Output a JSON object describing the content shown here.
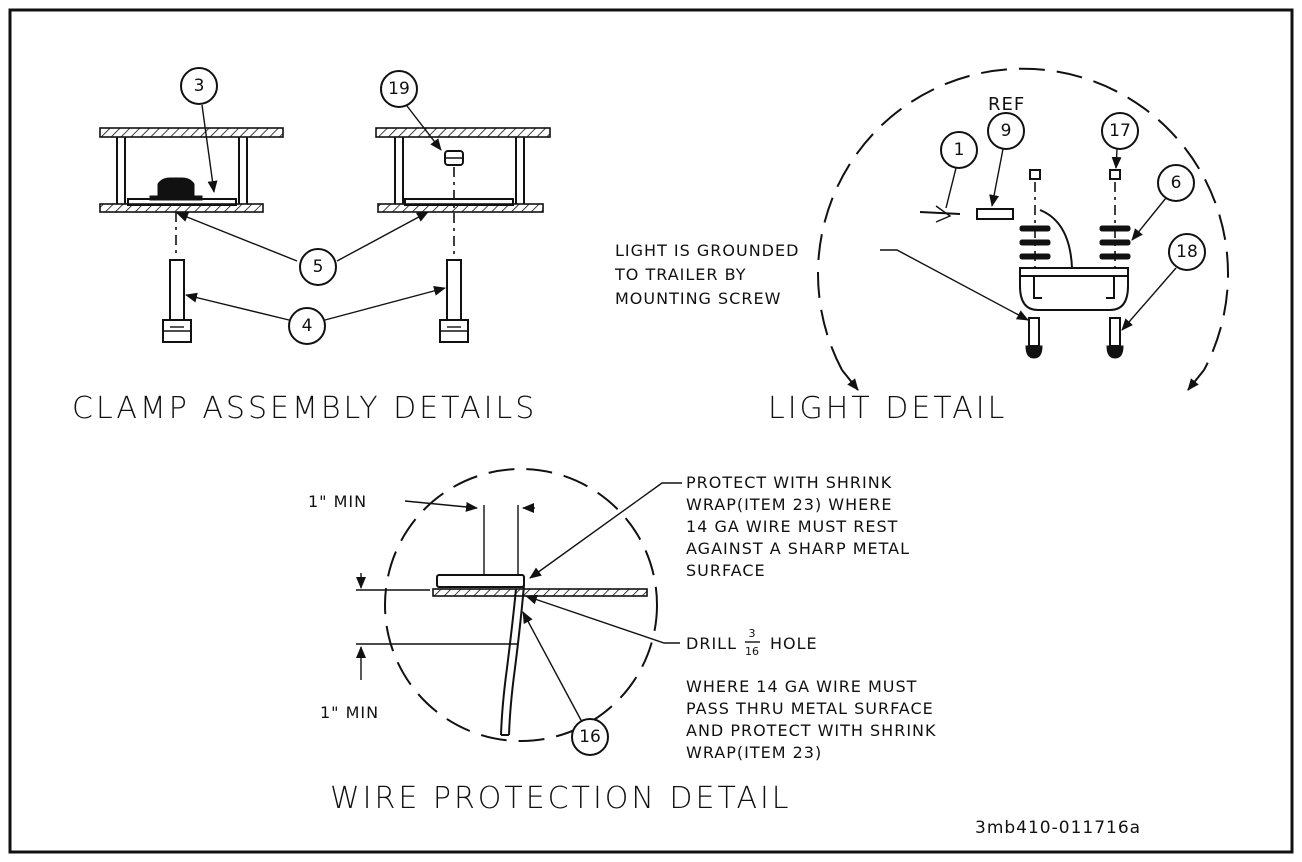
{
  "clamp_detail": {
    "title": "CLAMP ASSEMBLY DETAILS",
    "callouts": [
      "3",
      "19",
      "5",
      "4"
    ]
  },
  "light_detail": {
    "title": "LIGHT DETAIL",
    "ref_label": "REF",
    "callouts": [
      "1",
      "9",
      "17",
      "6",
      "18"
    ],
    "note_lines": [
      "LIGHT IS GROUNDED",
      "TO TRAILER BY",
      "MOUNTING SCREW"
    ]
  },
  "wire_detail": {
    "title": "WIRE PROTECTION DETAIL",
    "callouts": [
      "16"
    ],
    "dim_top": "1\" MIN",
    "dim_bottom": "1\" MIN",
    "protect_note": [
      "PROTECT WITH SHRINK",
      "WRAP(ITEM 23) WHERE",
      "14 GA WIRE MUST REST",
      "AGAINST A SHARP METAL",
      "SURFACE"
    ],
    "drill_prefix": "DRILL",
    "drill_numerator": "3",
    "drill_denominator": "16",
    "drill_suffix": "HOLE",
    "pass_note": [
      "WHERE 14 GA WIRE MUST",
      "PASS THRU METAL SURFACE",
      "AND PROTECT WITH SHRINK",
      "WRAP(ITEM 23)"
    ]
  },
  "drawing_code": "3mb410-011716a"
}
